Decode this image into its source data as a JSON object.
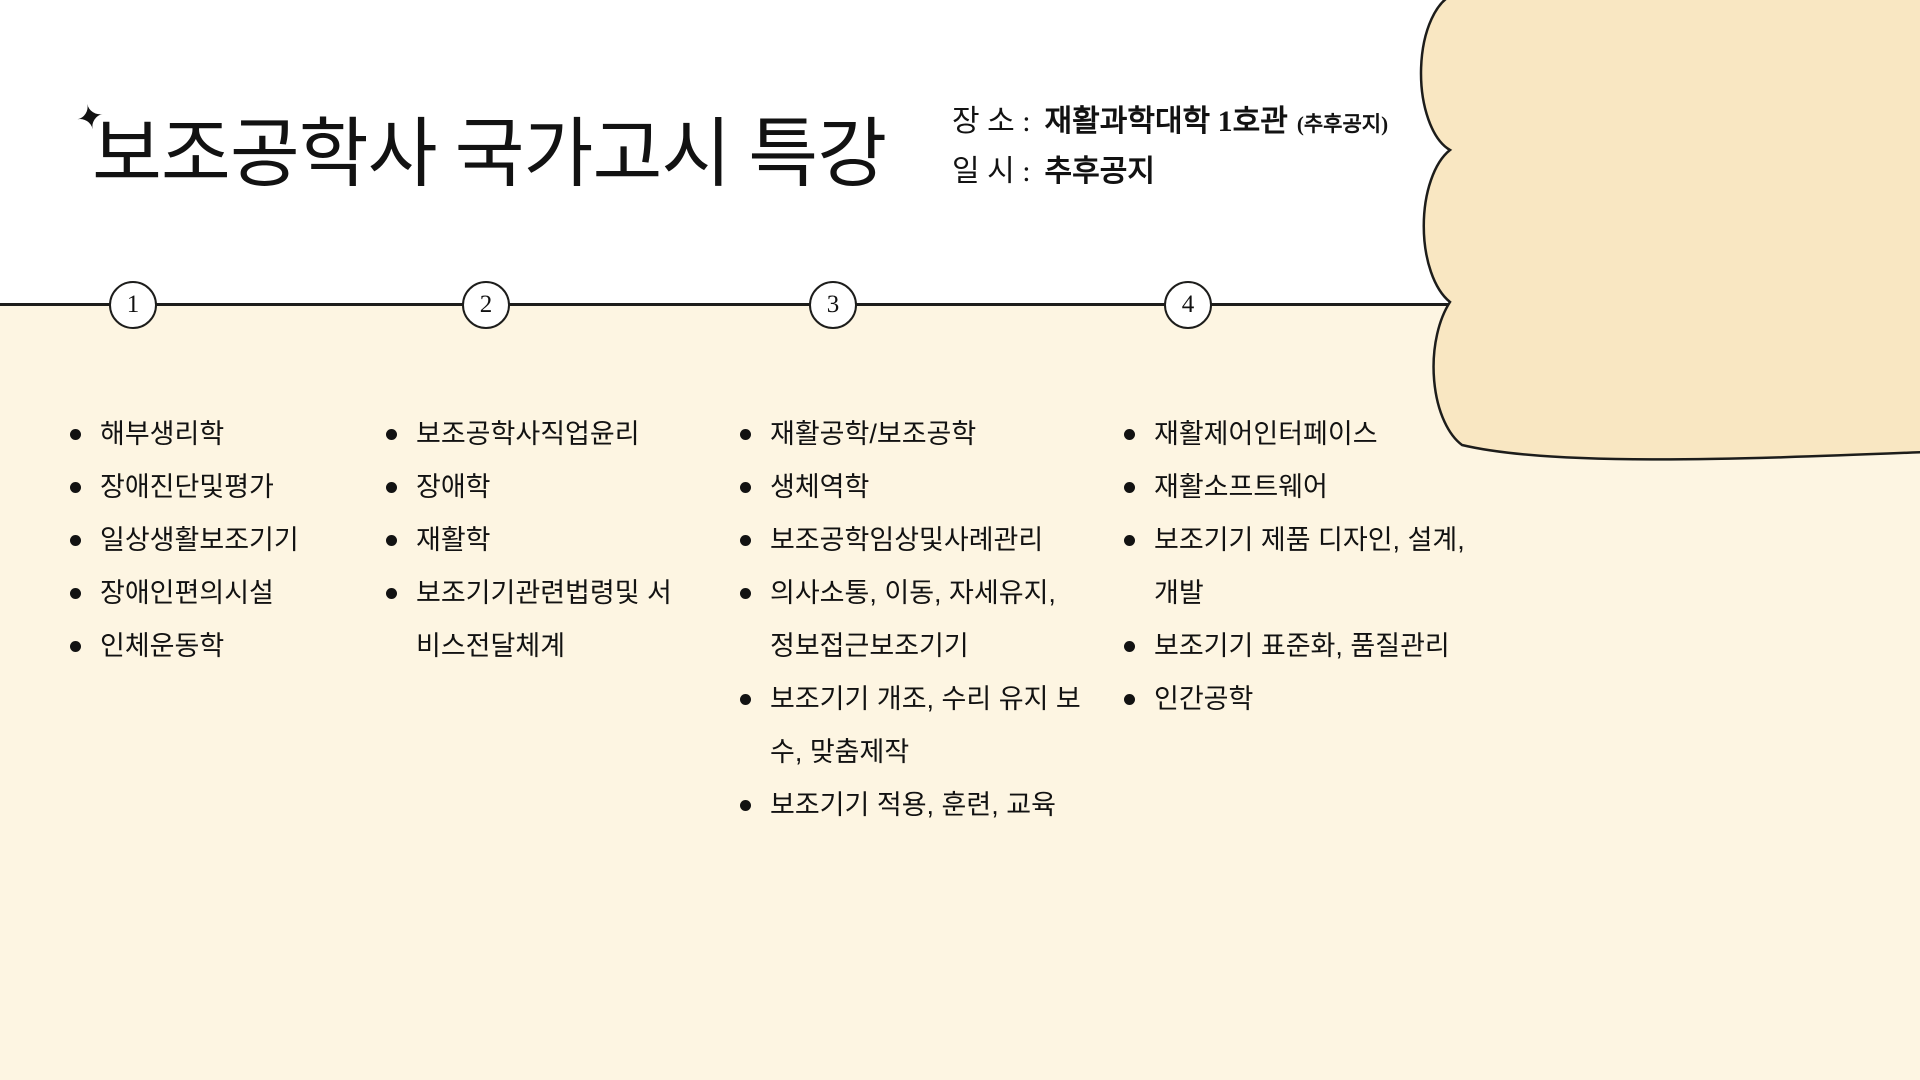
{
  "slide": {
    "title": "보조공학사 국가고시 특강",
    "sparkle_icon": "✦",
    "info": {
      "place_label": "장 소 :",
      "place_value": "재활과학대학 1호관",
      "place_note": "(추후공지)",
      "time_label": "일 시 :",
      "time_value": "추후공지"
    },
    "sections": [
      {
        "number": "1",
        "items": [
          "해부생리학",
          "장애진단및평가",
          "일상생활보조기기",
          "장애인편의시설",
          "인체운동학"
        ]
      },
      {
        "number": "2",
        "items": [
          "보조공학사직업윤리",
          "장애학",
          "재활학",
          "보조기기관련법령및 서비스전달체계"
        ]
      },
      {
        "number": "3",
        "items": [
          "재활공학/보조공학",
          "생체역학",
          "보조공학임상및사례관리",
          "의사소통, 이동, 자세유지, 정보접근보조기기",
          "보조기기 개조, 수리 유지 보수, 맞춤제작",
          "보조기기 적용, 훈련, 교육"
        ]
      },
      {
        "number": "4",
        "items": [
          "재활제어인터페이스",
          "재활소프트웨어",
          "보조기기 제품 디자인, 설계, 개발",
          "보조기기 표준화, 품질관리",
          "인간공학"
        ]
      }
    ],
    "colors": {
      "background_top": "#ffffff",
      "background_bottom": "#fdf5e2",
      "scallop_fill": "#f9e7c2",
      "line": "#1d1d1b",
      "text": "#121212"
    }
  }
}
